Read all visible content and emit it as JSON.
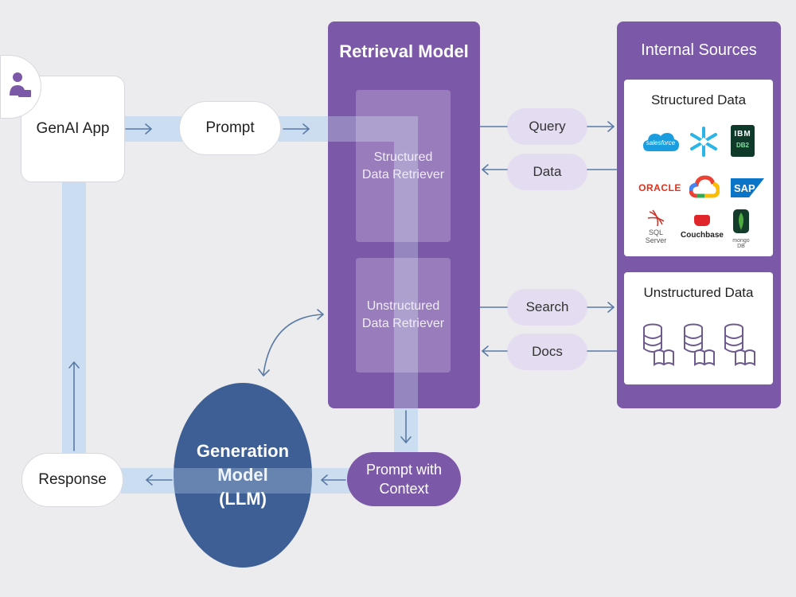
{
  "genai_app": {
    "label": "GenAI App"
  },
  "prompt": {
    "label": "Prompt"
  },
  "retrieval_model": {
    "title": "Retrieval Model",
    "structured_retriever": [
      "Structured",
      "Data Retriever"
    ],
    "unstructured_retriever": [
      "Unstructured",
      "Data Retriever"
    ]
  },
  "connectors": {
    "query": "Query",
    "data": "Data",
    "search": "Search",
    "docs": "Docs"
  },
  "internal_sources": {
    "title": "Internal Sources",
    "structured": {
      "title": "Structured Data",
      "logos": {
        "salesforce": "salesforce",
        "ibm": "IBM",
        "db2": "DB2",
        "oracle": "ORACLE",
        "sap": "SAP",
        "sqlserver": "SQL Server",
        "couchbase": "Couchbase",
        "mongodb": "mongo DB"
      }
    },
    "unstructured": {
      "title": "Unstructured Data"
    }
  },
  "generation_model": {
    "lines": [
      "Generation",
      "Model",
      "(LLM)"
    ]
  },
  "prompt_with_context": {
    "lines": [
      "Prompt with",
      "Context"
    ]
  },
  "response": {
    "label": "Response"
  },
  "colors": {
    "purple": "#7b58a8",
    "navy": "#3e5f96",
    "flow": "#c8dcef",
    "pill": "#e4dcf1"
  }
}
